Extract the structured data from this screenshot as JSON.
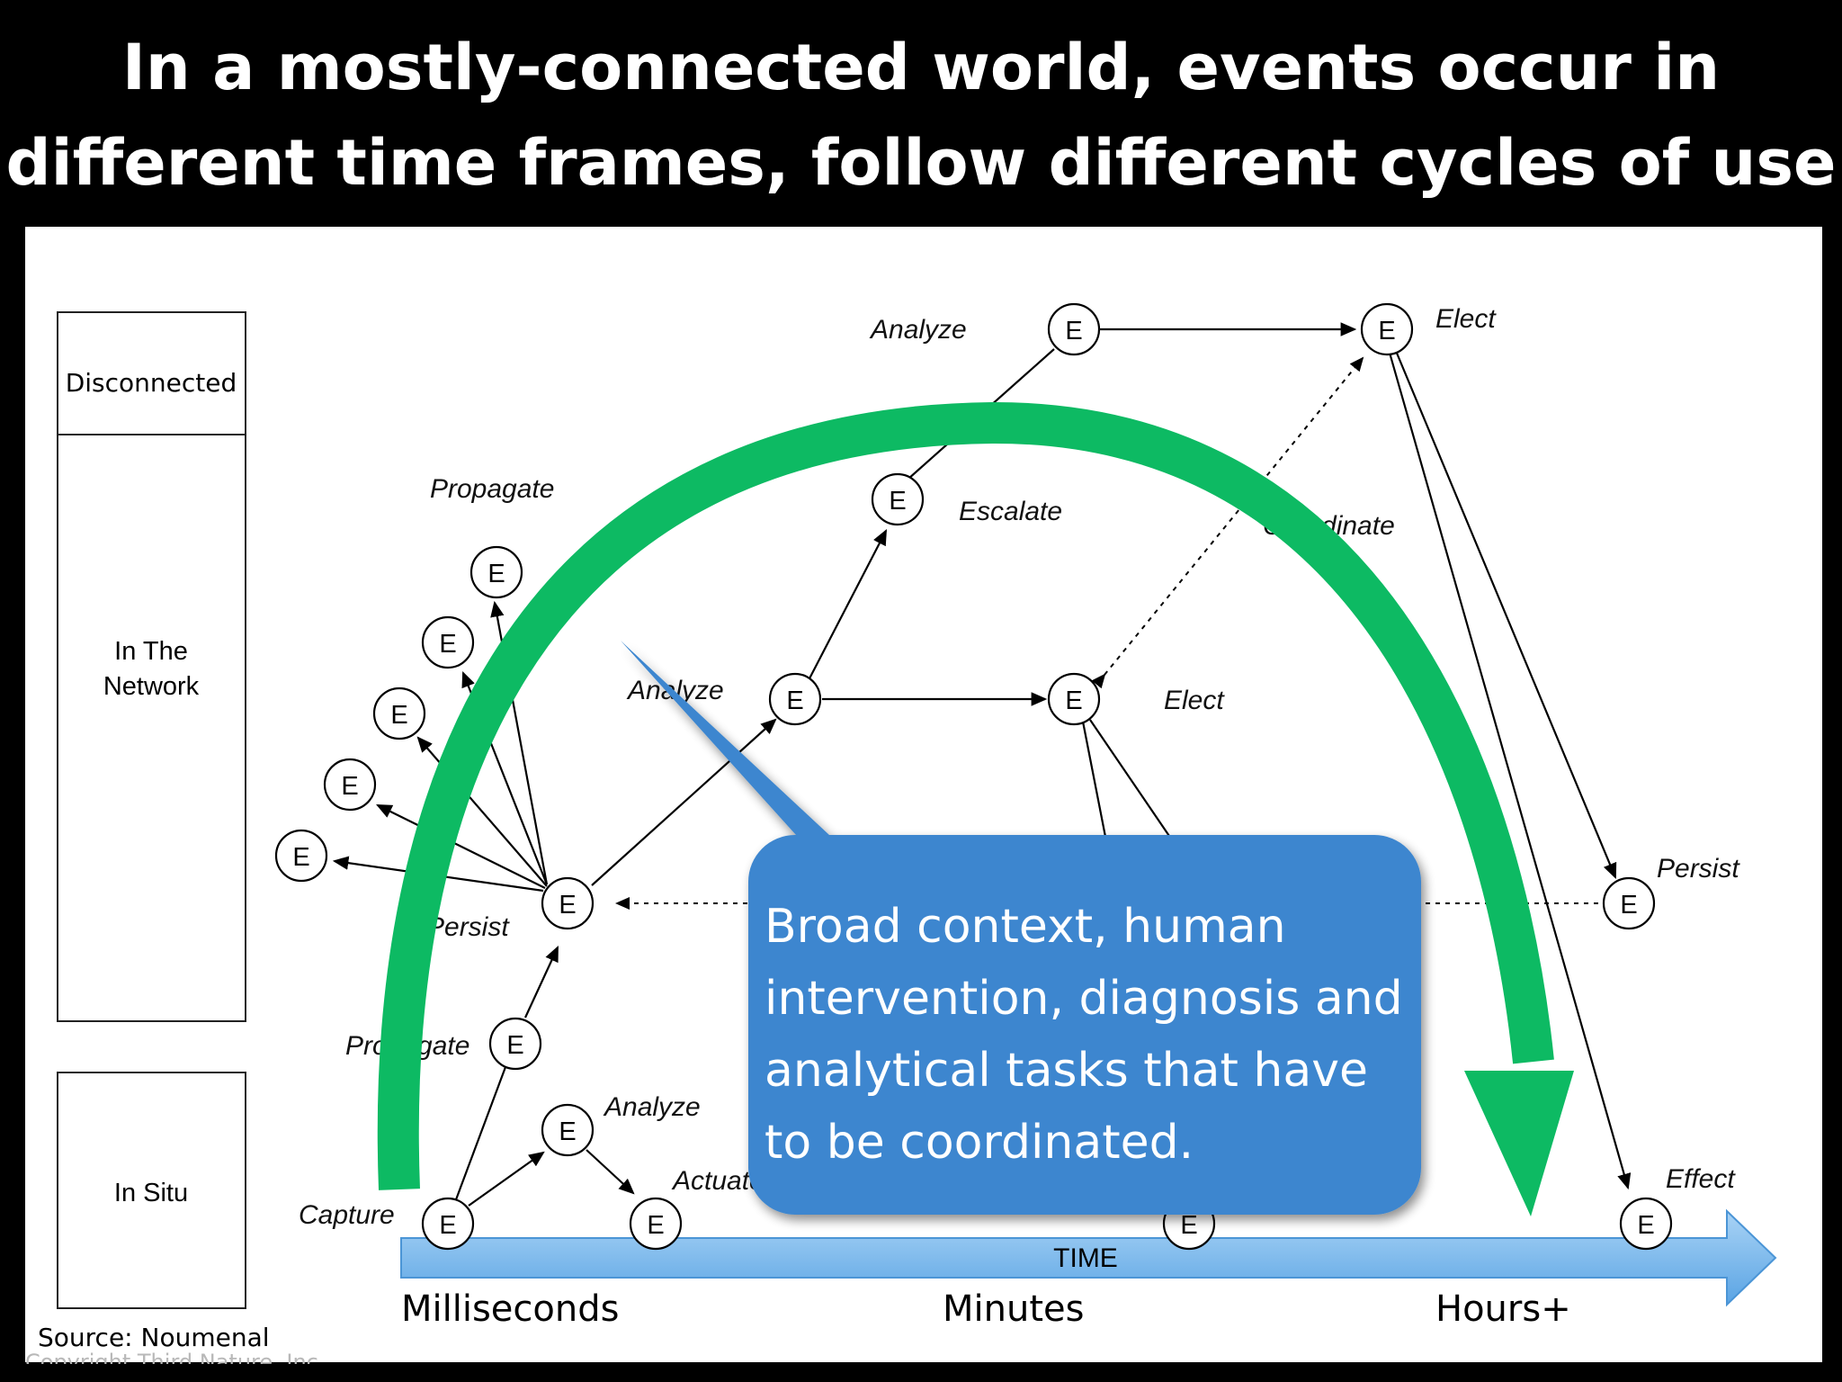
{
  "title": {
    "line1": "In a mostly-connected world, events occur in",
    "line2": "different time frames, follow different cycles of use"
  },
  "zones": [
    "Disconnected",
    "In The",
    "Network",
    "In Situ"
  ],
  "node_label": "E",
  "labels": {
    "analyze_top": "Analyze",
    "elect_top": "Elect",
    "propagate_top": "Propagate",
    "escalate": "Escalate",
    "coordinate": "Coordinate",
    "analyze_mid": "Analyze",
    "elect_mid": "Elect",
    "persist_right": "Persist",
    "persist_left": "Persist",
    "propagate_low": "Propagate",
    "analyze_low": "Analyze",
    "actuate": "Actuate",
    "effect": "Effect",
    "capture": "Capture",
    "time": "TIME"
  },
  "callout": "Broad context, human intervention, diagnosis and analytical tasks that have to be coordinated.",
  "timescale": {
    "milliseconds": "Milliseconds",
    "minutes": "Minutes",
    "hours": "Hours+"
  },
  "source": "Source: Noumenal",
  "copyright": "Copyright Third Nature, Inc.",
  "colors": {
    "arc": "#0dba63",
    "callout": "#3c86cf",
    "time_arrow": "#7ab8ec"
  }
}
